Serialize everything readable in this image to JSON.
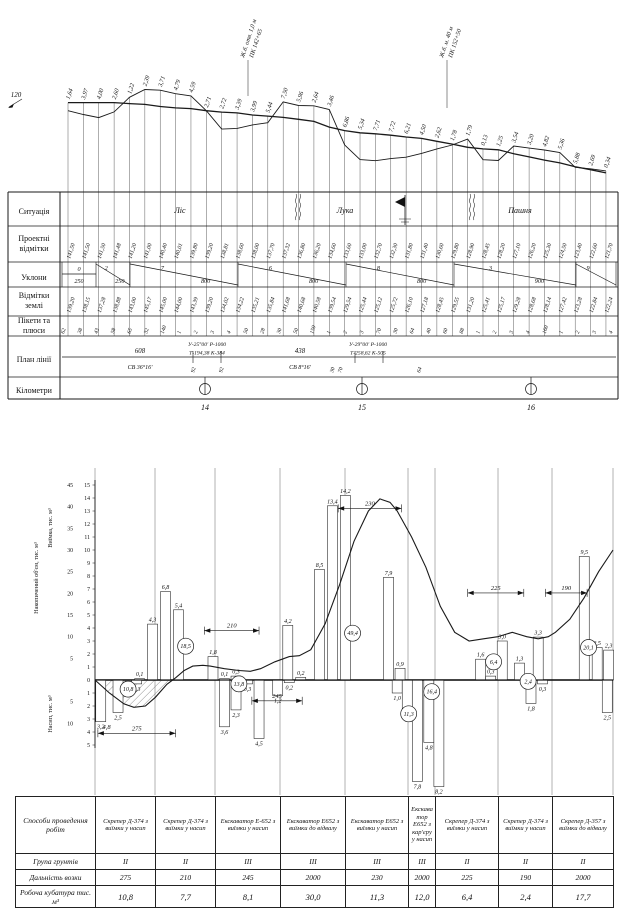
{
  "profile": {
    "datum_label": "120",
    "annotations": [
      {
        "line1": "Ж.б. отв. 1,0 м",
        "line2": "ПК 142+65"
      },
      {
        "line1": "Ж.б. м. 40 м",
        "line2": "ПК 152+50"
      }
    ],
    "working_heights": [
      "1,64",
      "3,97",
      "4,00",
      "2,60",
      "1,22",
      "2,39",
      "3,71",
      "4,79",
      "4,59",
      "2,71",
      "2,72",
      "3,39",
      "3,99",
      "5,44",
      "7,50",
      "5,96",
      "2,64",
      "3,46",
      "6,86",
      "5,34",
      "7,71",
      "7,72",
      "6,21",
      "4,50",
      "2,62",
      "1,78",
      "1,79",
      "0,13",
      "1,25",
      "3,54",
      "3,20",
      "4,82",
      "5,36",
      "5,88",
      "2,69",
      "0,34"
    ],
    "rows": {
      "situation": {
        "label": "Ситуація",
        "zones": [
          "Ліс",
          "Лука",
          "Пашня"
        ]
      },
      "design": {
        "label": "Проектні відмітки",
        "values": [
          "141,50",
          "141,50",
          "141,50",
          "141,48",
          "141,20",
          "141,00",
          "140,40",
          "140,01",
          "139,80",
          "139,20",
          "138,81",
          "138,60",
          "138,00",
          "137,70",
          "137,32",
          "136,80",
          "136,20",
          "134,60",
          "133,60",
          "133,00",
          "132,70",
          "132,30",
          "131,80",
          "131,40",
          "130,60",
          "129,80",
          "128,90",
          "128,45",
          "128,20",
          "127,10",
          "126,20",
          "125,30",
          "124,50",
          "123,40",
          "122,60",
          "121,70"
        ]
      },
      "slopes": {
        "label": "Уклони",
        "segments": [
          {
            "grade": "0",
            "length": "250"
          },
          {
            "grade": "2",
            "length": "250"
          },
          {
            "grade": "7",
            "length": "800"
          },
          {
            "grade": "6",
            "length": "800"
          },
          {
            "grade": "8",
            "length": "800"
          },
          {
            "grade": "3",
            "length": "900"
          },
          {
            "grade": "9",
            "length": ""
          }
        ]
      },
      "ground": {
        "label": "Відмітки землі",
        "values": [
          "139,20",
          "138,15",
          "137,28",
          "138,88",
          "143,00",
          "145,17",
          "145,00",
          "144,00",
          "143,39",
          "139,20",
          "134,02",
          "134,22",
          "135,21",
          "135,84",
          "141,68",
          "140,68",
          "140,58",
          "139,54",
          "129,54",
          "125,44",
          "125,12",
          "125,72",
          "126,10",
          "127,18",
          "128,45",
          "129,55",
          "131,20",
          "125,41",
          "125,17",
          "129,28",
          "128,68",
          "128,14",
          "127,42",
          "123,28",
          "122,84",
          "122,24"
        ]
      },
      "pickets": {
        "label": "Пікети та плюси",
        "values": [
          "62",
          "38",
          "43",
          "58",
          "65",
          "32",
          "140",
          "1",
          "2",
          "3",
          "4",
          "50",
          "28",
          "30",
          "50",
          "150",
          "1",
          "2",
          "3",
          "70",
          "30",
          "64",
          "40",
          "60",
          "88",
          "1",
          "2",
          "3",
          "4",
          "160",
          "1",
          "2",
          "3",
          "4"
        ]
      },
      "plan": {
        "label": "План лінії",
        "tangents": [
          {
            "length": "608",
            "bearing": "СВ 36°16'"
          },
          {
            "length": "438",
            "bearing": "СВ 8°16'"
          }
        ],
        "curves": [
          {
            "line1": "У-25°00'  Р-1000",
            "line2": "Т-194,38  К-384"
          },
          {
            "line1": "У-29°00'  Р-1000",
            "line2": "Т-258,62  К-505"
          }
        ],
        "ticks": [
          "92",
          "92",
          "30",
          "70",
          "64"
        ]
      },
      "kilometers": {
        "label": "Кілометри",
        "values": [
          "14",
          "15",
          "16"
        ]
      }
    }
  },
  "chart_data": {
    "type": "mass-haul",
    "axes": {
      "cut": {
        "label": "Виїмка, тис. м³",
        "ticks": [
          1,
          2,
          3,
          4,
          5,
          6,
          7,
          8,
          9,
          10,
          11,
          12,
          13,
          14,
          15
        ],
        "zero": "0"
      },
      "fill": {
        "label": "Насип, тис. м³",
        "ticks": [
          1,
          2,
          3,
          4,
          5
        ]
      },
      "cumulative": {
        "label": "Накопичений об'єм, тис. м³",
        "ticks_above": [
          5,
          10,
          15,
          20,
          25,
          30,
          35,
          40,
          45
        ],
        "ticks_below": [
          5,
          10
        ]
      }
    },
    "cut_bars": [
      {
        "x": 3.1,
        "v": 0.1,
        "label": "0,1"
      },
      {
        "x": 4.0,
        "v": 4.3,
        "label": "4,3"
      },
      {
        "x": 4.9,
        "v": 6.8,
        "label": "6,8"
      },
      {
        "x": 5.8,
        "v": 5.4,
        "label": "5,4"
      },
      {
        "x": 8.2,
        "v": 1.8,
        "label": "1,8"
      },
      {
        "x": 9.0,
        "v": 0.1,
        "label": "0,1"
      },
      {
        "x": 9.8,
        "v": 0.3,
        "label": "0,3"
      },
      {
        "x": 13.4,
        "v": 4.2,
        "label": "4,2"
      },
      {
        "x": 14.3,
        "v": 0.2,
        "label": "0,2"
      },
      {
        "x": 15.6,
        "v": 8.5,
        "label": "8,5"
      },
      {
        "x": 16.5,
        "v": 13.4,
        "label": "13,4"
      },
      {
        "x": 17.4,
        "v": 14.2,
        "label": "14,2"
      },
      {
        "x": 20.4,
        "v": 7.9,
        "label": "7,9"
      },
      {
        "x": 21.2,
        "v": 0.9,
        "label": "0,9"
      },
      {
        "x": 26.8,
        "v": 1.6,
        "label": "1,6"
      },
      {
        "x": 27.5,
        "v": 0.3,
        "label": "0,3"
      },
      {
        "x": 28.3,
        "v": 3.0,
        "label": "3,0"
      },
      {
        "x": 29.5,
        "v": 1.3,
        "label": "1,3"
      },
      {
        "x": 30.8,
        "v": 3.3,
        "label": "3,3"
      },
      {
        "x": 34.0,
        "v": 9.5,
        "label": "9,5"
      },
      {
        "x": 34.9,
        "v": 2.5,
        "label": "2,5"
      },
      {
        "x": 35.7,
        "v": 2.3,
        "label": "2,3"
      }
    ],
    "fill_bars": [
      {
        "x": 0.4,
        "v": 3.2,
        "label": "3,2"
      },
      {
        "x": 1.6,
        "v": 2.5,
        "label": "2,5"
      },
      {
        "x": 2.9,
        "v": 0.3,
        "label": "0,3"
      },
      {
        "x": 9.0,
        "v": 3.6,
        "label": "3,6"
      },
      {
        "x": 9.8,
        "v": 2.3,
        "label": "2,3"
      },
      {
        "x": 10.6,
        "v": 0.3,
        "label": "0,3"
      },
      {
        "x": 11.4,
        "v": 4.5,
        "label": "4,5"
      },
      {
        "x": 12.7,
        "v": 1.2,
        "label": "1,2"
      },
      {
        "x": 13.5,
        "v": 0.2,
        "label": "0,2"
      },
      {
        "x": 21.0,
        "v": 1.0,
        "label": "1,0"
      },
      {
        "x": 21.7,
        "v": 2.5,
        "label": "2,5"
      },
      {
        "x": 22.4,
        "v": 7.8,
        "label": "7,8"
      },
      {
        "x": 23.2,
        "v": 4.8,
        "label": "4,8"
      },
      {
        "x": 23.9,
        "v": 8.2,
        "label": "8,2"
      },
      {
        "x": 30.3,
        "v": 1.8,
        "label": "1,8"
      },
      {
        "x": 31.1,
        "v": 0.3,
        "label": "0,3"
      },
      {
        "x": 35.6,
        "v": 2.5,
        "label": "2,5"
      }
    ],
    "balance_circles": [
      {
        "x": 2.3,
        "y": -0.7,
        "label": "10,8"
      },
      {
        "x": 6.3,
        "y": 2.6,
        "label": "18,5"
      },
      {
        "x": 10.0,
        "y": -0.3,
        "label": "13,8"
      },
      {
        "x": 17.9,
        "y": 3.6,
        "label": "49,4"
      },
      {
        "x": 21.8,
        "y": -2.6,
        "label": "11,3"
      },
      {
        "x": 23.4,
        "y": -0.9,
        "label": "16,4"
      },
      {
        "x": 27.7,
        "y": 1.4,
        "label": "6,4"
      },
      {
        "x": 30.1,
        "y": -0.1,
        "label": "2,4"
      },
      {
        "x": 34.3,
        "y": 2.5,
        "label": "20,1"
      }
    ],
    "haul_arrows": [
      {
        "label": "275",
        "x1": 0.2,
        "x2": 5.6,
        "y": -4.1
      },
      {
        "label": "210",
        "x1": 7.6,
        "x2": 11.4,
        "y": 3.8
      },
      {
        "label": "245",
        "x1": 10.9,
        "x2": 14.4,
        "y": -1.6
      },
      {
        "label": "230",
        "x1": 16.9,
        "x2": 21.3,
        "y": 13.2
      },
      {
        "label": "225",
        "x1": 25.9,
        "x2": 29.8,
        "y": 6.7
      },
      {
        "label": "190",
        "x1": 31.3,
        "x2": 34.2,
        "y": 6.7
      }
    ],
    "extra_labels": [
      {
        "label": "4,8",
        "x": 0.8,
        "y": -3.6
      }
    ],
    "cumulative_curve": [
      [
        0,
        0
      ],
      [
        0.5,
        -1.5
      ],
      [
        1,
        -3
      ],
      [
        2,
        -5.5
      ],
      [
        2.7,
        -6.3
      ],
      [
        3.5,
        -6
      ],
      [
        4.2,
        -4
      ],
      [
        5,
        -1
      ],
      [
        5.6,
        0.5
      ],
      [
        6.2,
        2.2
      ],
      [
        6.8,
        3.2
      ],
      [
        7.5,
        3.4
      ],
      [
        8,
        3.2
      ],
      [
        9,
        2.6
      ],
      [
        10,
        2.2
      ],
      [
        10.8,
        2.0
      ],
      [
        11.5,
        2.6
      ],
      [
        12.5,
        4.2
      ],
      [
        13.5,
        5.4
      ],
      [
        14.2,
        5.6
      ],
      [
        15,
        7
      ],
      [
        16,
        13
      ],
      [
        17,
        22
      ],
      [
        18,
        32
      ],
      [
        19,
        39
      ],
      [
        19.8,
        41.8
      ],
      [
        20.5,
        41
      ],
      [
        21,
        39
      ],
      [
        22,
        33
      ],
      [
        23,
        26
      ],
      [
        24,
        17
      ],
      [
        25,
        11
      ],
      [
        26,
        9
      ],
      [
        27,
        9.5
      ],
      [
        28,
        10
      ],
      [
        29,
        11
      ],
      [
        30,
        10
      ],
      [
        30.8,
        9.5
      ],
      [
        31.5,
        10
      ],
      [
        32,
        11
      ],
      [
        33,
        14
      ],
      [
        34,
        19
      ],
      [
        35,
        25
      ],
      [
        36,
        30
      ]
    ]
  },
  "table": {
    "row_labels": {
      "methods": "Способи проведення робіт",
      "group": "Група грунтів",
      "distance": "Дальність возки",
      "volume": "Робоча кубатура тис. м³"
    },
    "columns": [
      {
        "method": "Скрепер Д-374 з виїмки у насип",
        "group": "II",
        "distance": "275",
        "volume": "10,8"
      },
      {
        "method": "Скрепер Д-374 з виїмки у насип",
        "group": "II",
        "distance": "210",
        "volume": "7,7"
      },
      {
        "method": "Екскаватор Е-652 з виїмки у насип",
        "group": "III",
        "distance": "245",
        "volume": "8,1"
      },
      {
        "method": "Екскаватор Е652 з виїмки до відвалу",
        "group": "III",
        "distance": "2000",
        "volume": "30,0"
      },
      {
        "method": "Екскаватор Е652 з виїмки у насип",
        "group": "III",
        "distance": "230",
        "volume": "11,3"
      },
      {
        "method": "Екскаватор Е652 з кар'єру у насип",
        "group": "III",
        "distance": "2000",
        "volume": "12,0"
      },
      {
        "method": "Скрепер Д-374 з виїмки у насип",
        "group": "II",
        "distance": "225",
        "volume": "6,4"
      },
      {
        "method": "Скрепер Д-374 з виїмки у насип",
        "group": "II",
        "distance": "190",
        "volume": "2,4"
      },
      {
        "method": "Скрепер Д-357 з виїмки до відвалу",
        "group": "II",
        "distance": "2000",
        "volume": "17,7"
      }
    ]
  }
}
